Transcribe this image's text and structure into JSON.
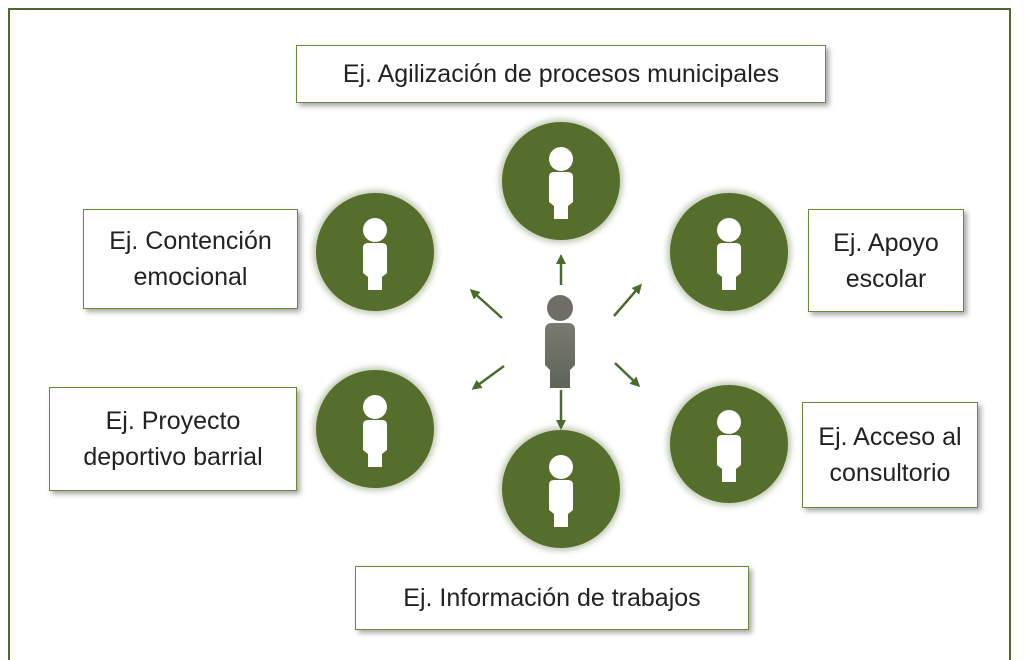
{
  "colors": {
    "frame": "#4b6a2b",
    "node": "#566e2b",
    "center_person": "#6e6e66",
    "arrow": "#4b6a2b"
  },
  "labels": {
    "top": "Ej. Agilización de procesos municipales",
    "top_left": "Ej. Contención\nemocional",
    "top_right": "Ej. Apoyo\nescolar",
    "bottom_left": "Ej. Proyecto\ndeportivo barrial",
    "bottom_right": "Ej. Acceso al\nconsultorio",
    "bottom": "Ej. Información de trabajos"
  }
}
